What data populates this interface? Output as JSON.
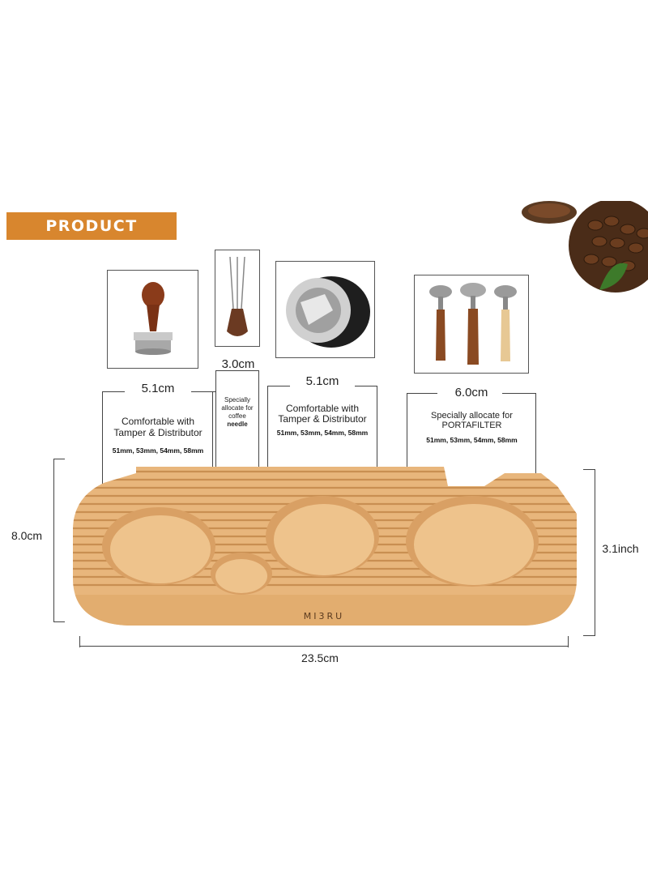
{
  "banner": {
    "title": "PRODUCT DIMENSION"
  },
  "slots": [
    {
      "width": "5.1cm",
      "line1": "Comfortable with",
      "line2": "Tamper & Distributor",
      "sizes": "51mm, 53mm, 54mm, 58mm"
    },
    {
      "width": "3.0cm",
      "line1": "Specially",
      "line2": "allocate for",
      "line3": "coffee",
      "line4": "needle"
    },
    {
      "width": "5.1cm",
      "line1": "Comfortable with",
      "line2": "Tamper & Distributor",
      "sizes": "51mm, 53mm, 54mm, 58mm"
    },
    {
      "width": "6.0cm",
      "line1": "Specially allocate for",
      "line2": "PORTAFILTER",
      "sizes": "51mm, 53mm, 54mm, 58mm"
    }
  ],
  "dimensions": {
    "height_left": "8.0cm",
    "height_right": "3.1inch",
    "length": "23.5cm"
  },
  "brand": "MI3RU",
  "icons": [
    "tamper-icon",
    "needle-distributor-icon",
    "distributor-icon",
    "portafilter-icon",
    "coffee-beans-icon"
  ],
  "colors": {
    "banner": "#d8862e",
    "wood": "#e8b67c",
    "wood_dark": "#c98f52"
  }
}
